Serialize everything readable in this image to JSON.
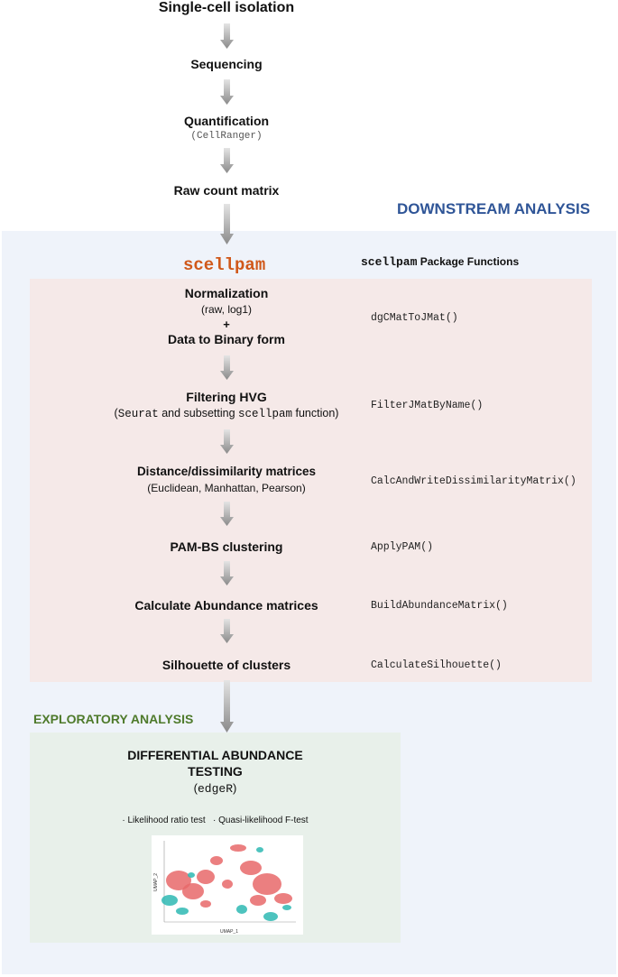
{
  "pre_steps": {
    "isolation": "Single-cell isolation",
    "sequencing": "Sequencing",
    "quantification": "Quantification",
    "quantification_tool": "(CellRanger)",
    "raw_matrix": "Raw count matrix"
  },
  "downstream": {
    "title": "DOWNSTREAM ANALYSIS",
    "package_logo": "scellpam",
    "functions_heading_pkg": "scellpam",
    "functions_heading_text": " Package Functions",
    "steps": [
      {
        "title": "Normalization",
        "detail": "(raw, log1)",
        "plus": "+",
        "title2": "Data to Binary form",
        "func": "dgCMatToJMat()"
      },
      {
        "title": "Filtering HVG",
        "detail_open": "(",
        "detail_mono1": "Seurat",
        "detail_mid": " and subsetting ",
        "detail_mono2": "scellpam",
        "detail_close": " function)",
        "func": "FilterJMatByName()"
      },
      {
        "title": "Distance/dissimilarity matrices",
        "detail": "(Euclidean, Manhattan, Pearson)",
        "func": "CalcAndWriteDissimilarityMatrix()"
      },
      {
        "title": "PAM-BS clustering",
        "func": "ApplyPAM()"
      },
      {
        "title": "Calculate Abundance matrices",
        "func": "BuildAbundanceMatrix()"
      },
      {
        "title": "Silhouette of clusters",
        "func": "CalculateSilhouette()"
      }
    ]
  },
  "exploratory": {
    "title": "EXPLORATORY ANALYSIS",
    "box_title_line1": "DIFFERENTIAL ABUNDANCE",
    "box_title_line2": "TESTING",
    "tool_open": "(",
    "tool": "edgeR",
    "tool_close": ")",
    "tests": "· Likelihood ratio test   · Quasi-likelihood F-test",
    "plot": {
      "xlabel": "UMAP_1",
      "ylabel": "UMAP_2",
      "colors": {
        "main": "#e8686a",
        "secondary": "#2eb8b3"
      }
    }
  }
}
